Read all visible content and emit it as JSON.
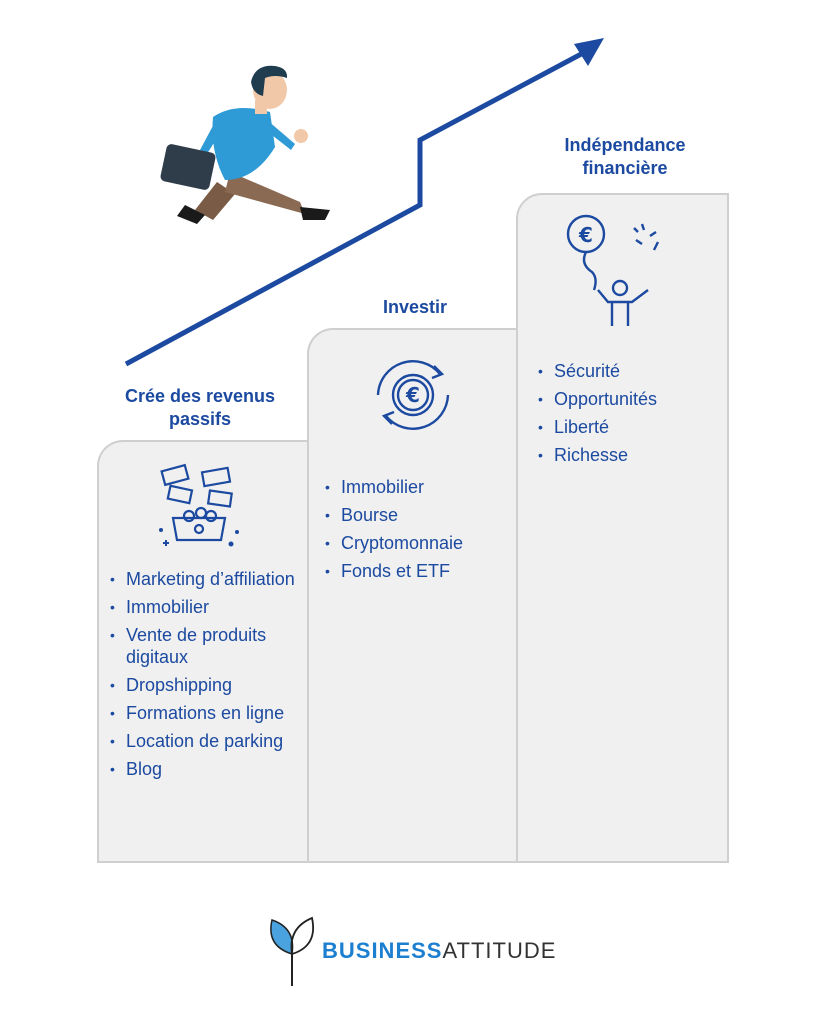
{
  "colors": {
    "primary": "#1c4aa0",
    "accent": "#1c7fd0",
    "step_bg": "#f0f0f1",
    "step_border": "#cfcfd1"
  },
  "steps": [
    {
      "title": "Crée des revenus passifs",
      "icon": "money-income-icon",
      "items": [
        "Marketing d’affiliation",
        "Immobilier",
        "Vente de produits digitaux",
        "Dropshipping",
        "Formations en ligne",
        "Location de parking",
        "Blog"
      ]
    },
    {
      "title": "Investir",
      "icon": "euro-cycle-icon",
      "items": [
        "Immobilier",
        "Bourse",
        "Cryptomonnaie",
        "Fonds et ETF"
      ]
    },
    {
      "title": "Indépendance financière",
      "icon": "celebration-balloon-icon",
      "items": [
        "Sécurité",
        "Opportunités",
        "Liberté",
        "Richesse"
      ]
    }
  ],
  "logo": {
    "part1": "BUSINESS",
    "part2": "ATTITUDE",
    "icon": "leaf-logo-icon"
  },
  "illustration": {
    "figure": "running-businessman",
    "arrow": "growth-arrow"
  }
}
